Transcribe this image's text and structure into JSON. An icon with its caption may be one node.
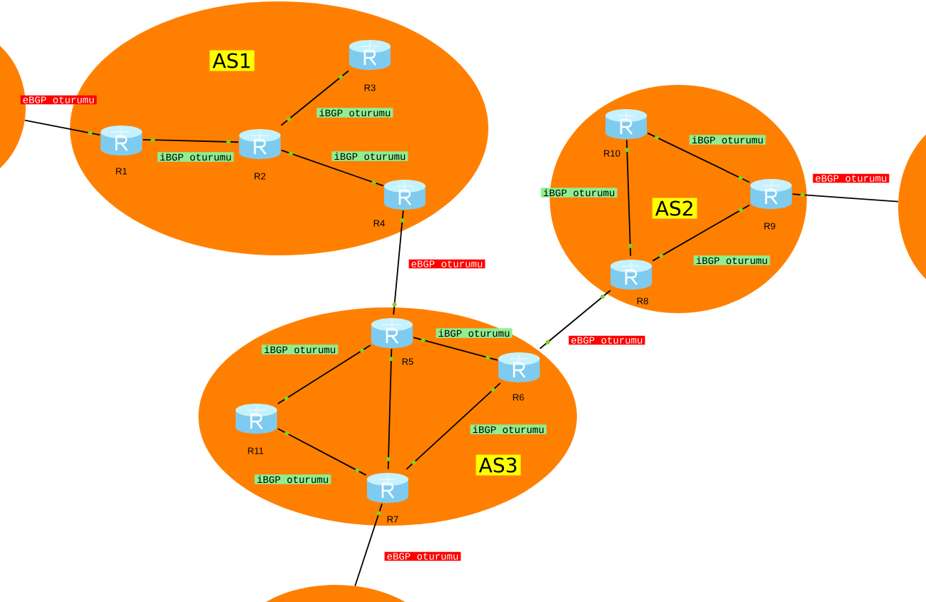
{
  "diagram": {
    "nodes": [
      {
        "text": [
          "AS1"
        ]
      },
      {
        "text": [
          "R1"
        ],
        "in": 0
      },
      {
        "text": [
          "R2"
        ],
        "in": 0
      },
      {
        "text": [
          "R3"
        ],
        "in": 0
      },
      {
        "text": [
          "R4"
        ],
        "in": 0
      },
      {
        "text": [
          "AS2"
        ]
      },
      {
        "text": [
          "R10"
        ],
        "in": 5
      },
      {
        "text": [
          "R9"
        ],
        "in": 5
      },
      {
        "text": [
          "R8"
        ],
        "in": 5
      },
      {
        "text": [
          "AS3"
        ]
      },
      {
        "text": [
          "R5"
        ],
        "in": 9
      },
      {
        "text": [
          "R6"
        ],
        "in": 9
      },
      {
        "text": [
          "R11"
        ],
        "in": 9
      },
      {
        "text": [
          "R7"
        ],
        "in": 9
      },
      {
        "text": [],
        "shape": "circle"
      },
      {
        "text": [],
        "shape": "circle"
      },
      {
        "text": [],
        "shape": "circle"
      }
    ],
    "edges": [
      {
        "from": 14,
        "to": 1,
        "arrow": "none",
        "label": "eBGP oturumu"
      },
      {
        "from": 1,
        "to": 2,
        "arrow": "none",
        "label": "iBGP oturumu"
      },
      {
        "from": 2,
        "to": 3,
        "arrow": "none",
        "label": "iBGP oturumu"
      },
      {
        "from": 2,
        "to": 4,
        "arrow": "none",
        "label": "iBGP oturumu"
      },
      {
        "from": 4,
        "to": 10,
        "arrow": "none",
        "label": "eBGP oturumu"
      },
      {
        "from": 6,
        "to": 7,
        "arrow": "none",
        "label": "iBGP oturumu"
      },
      {
        "from": 6,
        "to": 8,
        "arrow": "none",
        "label": "iBGP oturumu"
      },
      {
        "from": 7,
        "to": 8,
        "arrow": "none",
        "label": "iBGP oturumu"
      },
      {
        "from": 7,
        "to": 15,
        "arrow": "none",
        "label": "eBGP oturumu"
      },
      {
        "from": 8,
        "to": 11,
        "arrow": "none",
        "label": "eBGP oturumu"
      },
      {
        "from": 10,
        "to": 11,
        "arrow": "none",
        "label": "iBGP oturumu"
      },
      {
        "from": 10,
        "to": 12,
        "arrow": "none",
        "label": "iBGP oturumu"
      },
      {
        "from": 10,
        "to": 13,
        "arrow": "none"
      },
      {
        "from": 11,
        "to": 13,
        "arrow": "none",
        "label": "iBGP oturumu"
      },
      {
        "from": 12,
        "to": 13,
        "arrow": "none",
        "label": "iBGP oturumu"
      },
      {
        "from": 13,
        "to": 16,
        "arrow": "none",
        "label": "eBGP oturumu"
      }
    ]
  }
}
